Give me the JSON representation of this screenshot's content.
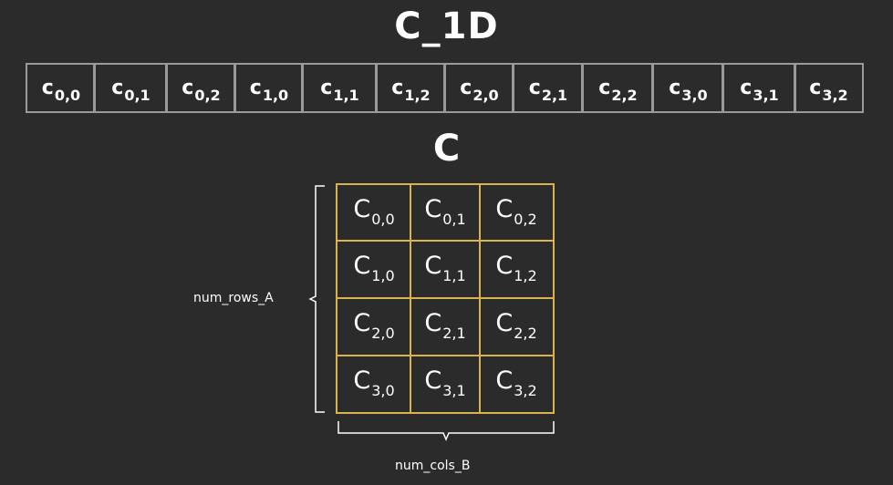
{
  "title_1d": "C_1D",
  "title_2d": "C",
  "array_1d": [
    {
      "base": "c",
      "sub": "0,0"
    },
    {
      "base": "c",
      "sub": "0,1"
    },
    {
      "base": "c",
      "sub": "0,2"
    },
    {
      "base": "c",
      "sub": "1,0"
    },
    {
      "base": "c",
      "sub": "1,1"
    },
    {
      "base": "c",
      "sub": "1,2"
    },
    {
      "base": "c",
      "sub": "2,0"
    },
    {
      "base": "c",
      "sub": "2,1"
    },
    {
      "base": "c",
      "sub": "2,2"
    },
    {
      "base": "c",
      "sub": "3,0"
    },
    {
      "base": "c",
      "sub": "3,1"
    },
    {
      "base": "c",
      "sub": "3,2"
    }
  ],
  "matrix": [
    [
      {
        "base": "C",
        "sub": "0,0"
      },
      {
        "base": "C",
        "sub": "0,1"
      },
      {
        "base": "C",
        "sub": "0,2"
      }
    ],
    [
      {
        "base": "C",
        "sub": "1,0"
      },
      {
        "base": "C",
        "sub": "1,1"
      },
      {
        "base": "C",
        "sub": "1,2"
      }
    ],
    [
      {
        "base": "C",
        "sub": "2,0"
      },
      {
        "base": "C",
        "sub": "2,1"
      },
      {
        "base": "C",
        "sub": "2,2"
      }
    ],
    [
      {
        "base": "C",
        "sub": "3,0"
      },
      {
        "base": "C",
        "sub": "3,1"
      },
      {
        "base": "C",
        "sub": "3,2"
      }
    ]
  ],
  "rows_label": "num_rows_A",
  "cols_label": "num_cols_B",
  "colors": {
    "background": "#2b2b2b",
    "array_border": "#9a9a9a",
    "matrix_border": "#d9b44a",
    "text": "#ffffff"
  }
}
